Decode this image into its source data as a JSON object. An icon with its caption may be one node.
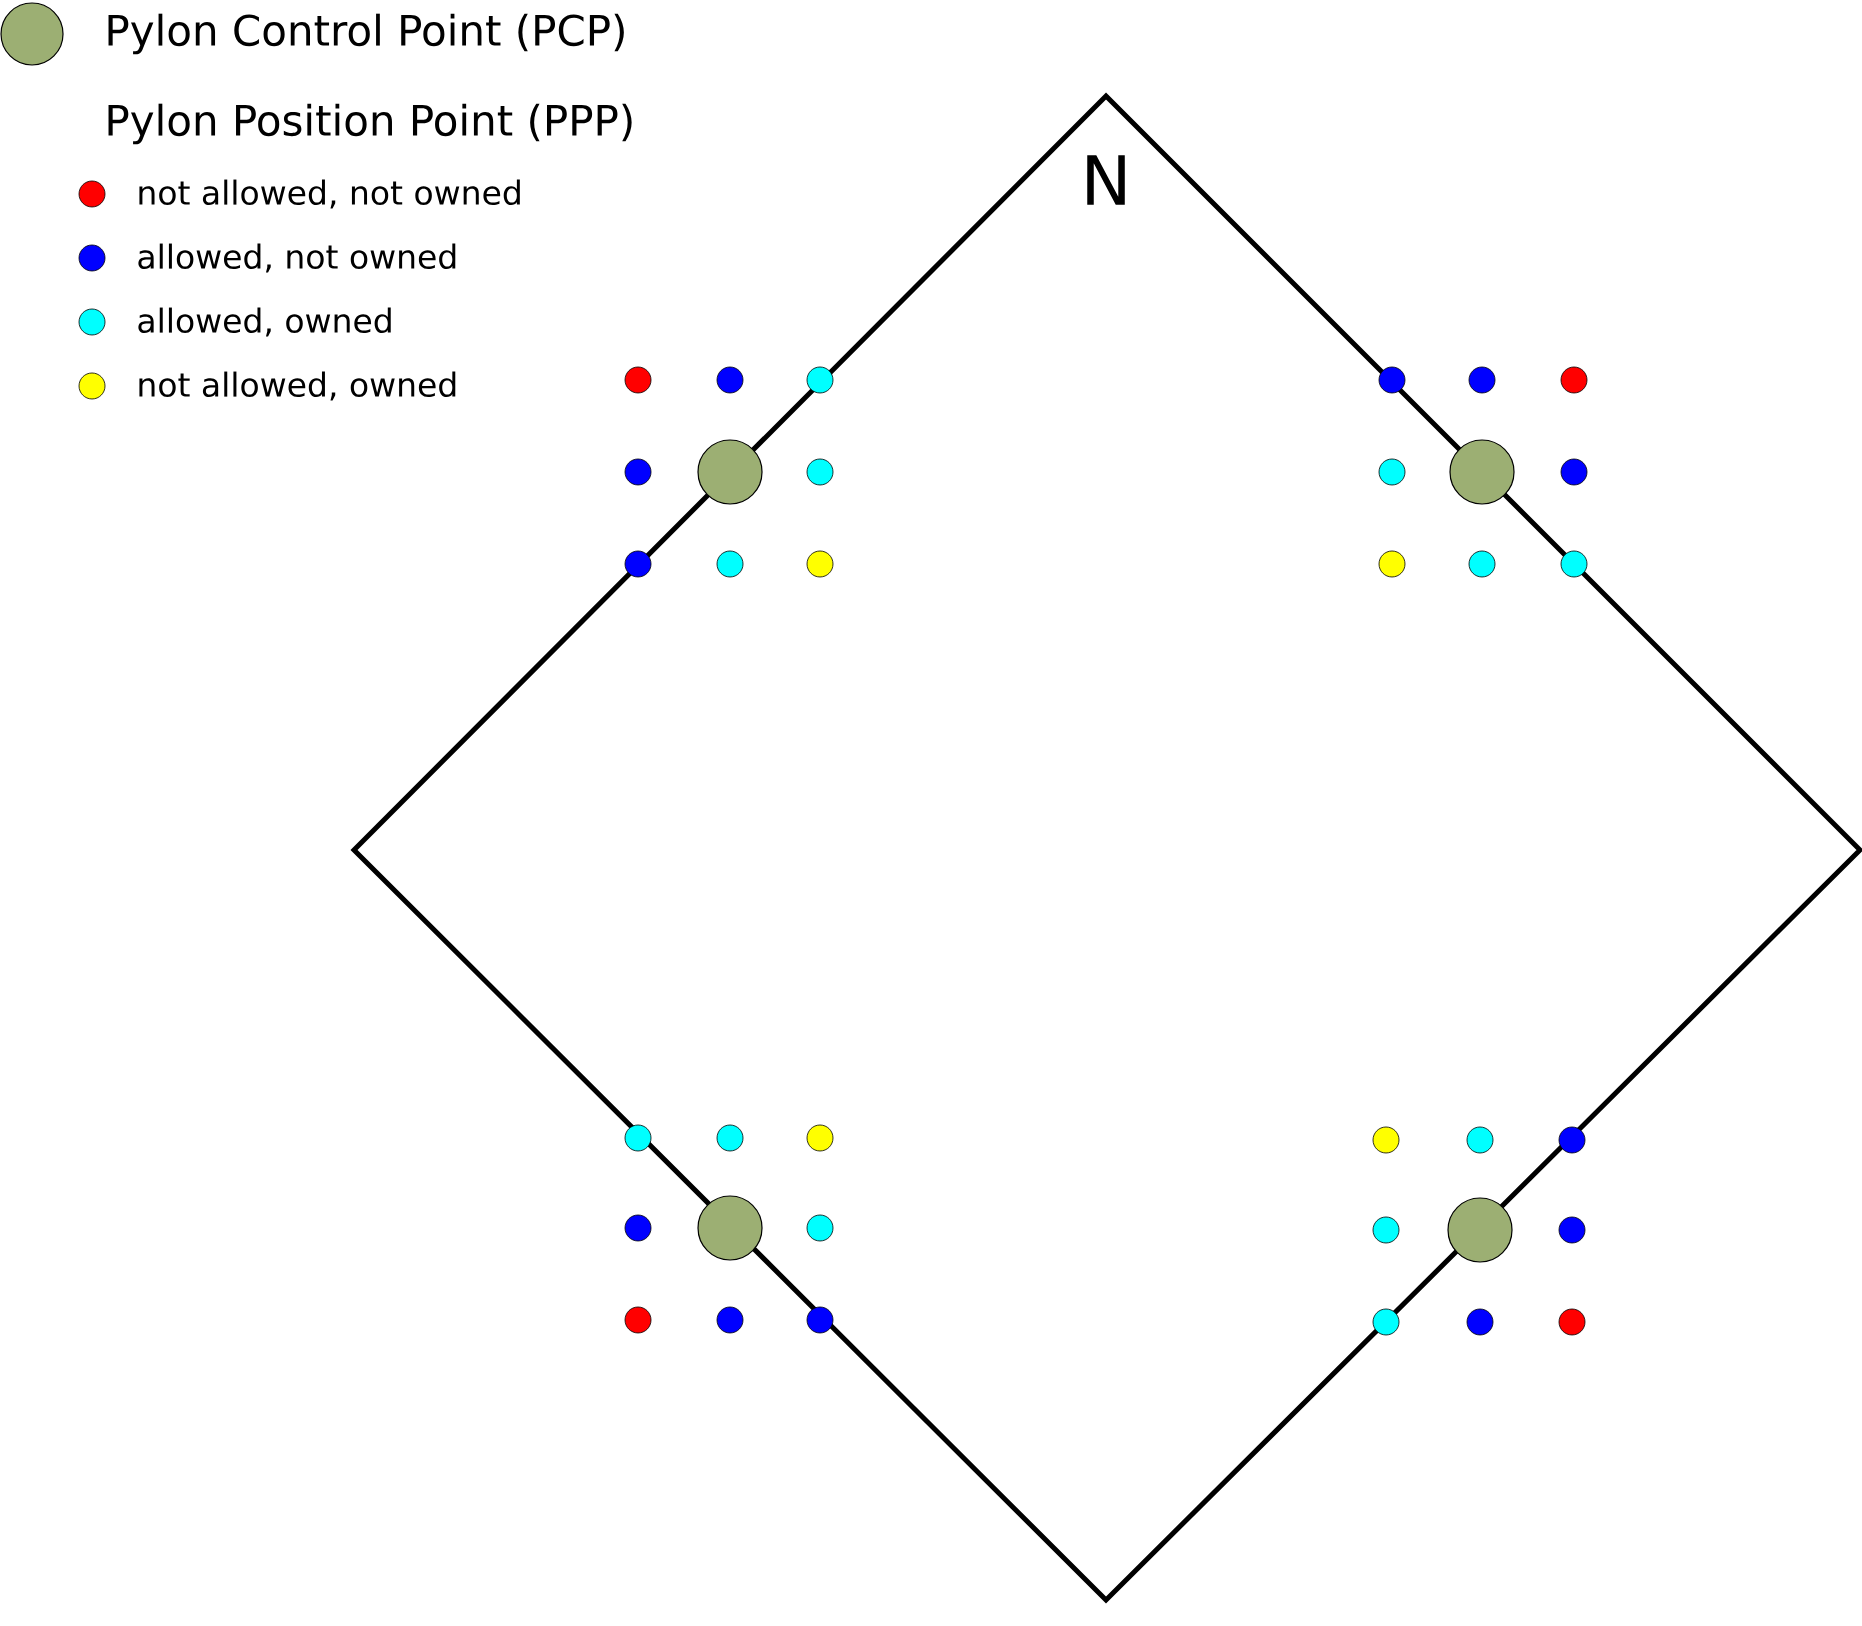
{
  "diagram": {
    "labels": [
      "N",
      "Pylon Position Point (PPP)"
    ],
    "legend": [
      {
        "text": "Pylon Control Point (PCP)",
        "color": "#9caf73"
      },
      {
        "text": "not allowed, not owned",
        "color": "#ff0000"
      },
      {
        "text": "allowed, not owned",
        "color": "#0000ff"
      },
      {
        "text": "allowed, owned",
        "color": "#00ffff"
      },
      {
        "text": "not allowed, owned",
        "color": "#ffff00"
      }
    ]
  }
}
